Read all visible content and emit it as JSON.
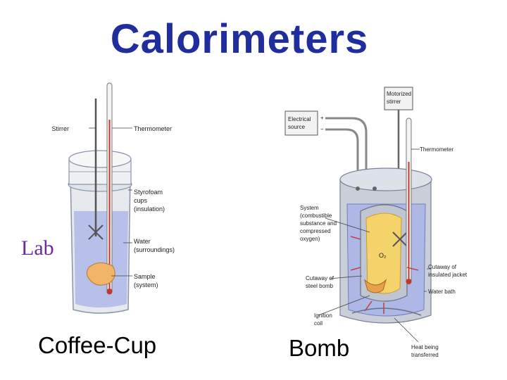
{
  "title": "Calorimeters",
  "lab_text": "Lab",
  "captions": {
    "left": "Coffee-Cup",
    "right": "Bomb"
  },
  "colors": {
    "title": "#1f2e9c",
    "lab": "#6a2aa8",
    "water": "#aeb8e6",
    "cup": "#e6e9ee",
    "sample": "#f2b469",
    "flame": "#f3d36a",
    "arrow": "#c0392b"
  },
  "coffee_cup_labels": {
    "stirrer": "Stirrer",
    "thermometer": "Thermometer",
    "cups": [
      "Styrofoam",
      "cups",
      "(insulation)"
    ],
    "water": [
      "Water",
      "(surroundings)"
    ],
    "sample": [
      "Sample",
      "(system)"
    ]
  },
  "bomb_labels": {
    "motorized_stirrer": [
      "Motorized",
      "stirrer"
    ],
    "electrical_source": [
      "Electrical",
      "source"
    ],
    "plus": "+",
    "minus": "−",
    "thermometer": "Thermometer",
    "system": [
      "System",
      "(combustible",
      "substance and",
      "compressed",
      "oxygen)"
    ],
    "o2": "O₂",
    "cutaway_jacket": [
      "Cutaway of",
      "insulated jacket"
    ],
    "cutaway_bomb": [
      "Cutaway of",
      "steel bomb"
    ],
    "water_bath": "Water bath",
    "ignition_coil": [
      "Ignition",
      "coil"
    ],
    "heat_transferred": [
      "Heat being",
      "transferred"
    ]
  }
}
